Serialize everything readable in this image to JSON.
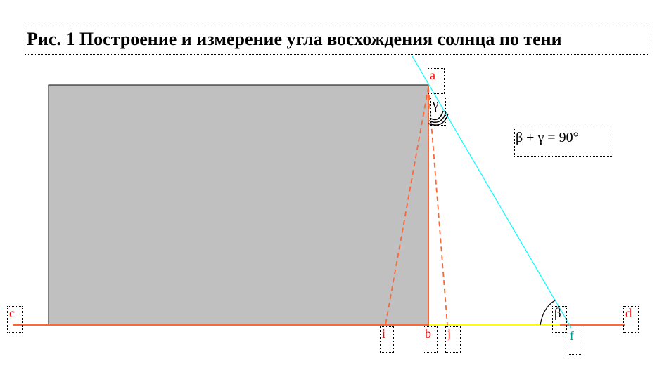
{
  "title": "Рис. 1 Построение и измерение угла восхождения солнца по тени",
  "formula": "β + γ = 90°",
  "angles": {
    "beta": "β",
    "gamma": "γ"
  },
  "points": {
    "a": "a",
    "b": "b",
    "c": "c",
    "d": "d",
    "f": "f",
    "i": "i",
    "j": "j"
  },
  "colors": {
    "building_fill": "#c0c0c0",
    "ground_line": "#ff6633",
    "shadow": "#ffff00",
    "sun_ray": "#00ffff",
    "point_label": "#ff0000",
    "point_f_label": "#009999"
  }
}
